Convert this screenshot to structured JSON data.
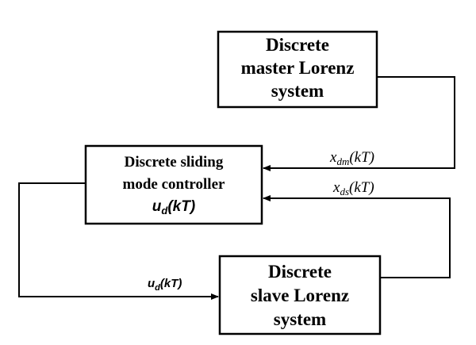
{
  "blocks": {
    "master": {
      "lines": [
        "Discrete",
        "master Lorenz",
        "system"
      ]
    },
    "controller": {
      "lines": [
        "Discrete sliding",
        "mode controller"
      ],
      "output": {
        "base": "u",
        "sub": "d",
        "arg": "(kT)"
      }
    },
    "slave": {
      "lines": [
        "Discrete",
        "slave Lorenz",
        "system"
      ]
    }
  },
  "signals": {
    "xdm": {
      "base": "x",
      "sub": "dm",
      "arg": "(kT)"
    },
    "xds": {
      "base": "x",
      "sub": "ds",
      "arg": "(kT)"
    },
    "ud": {
      "base": "u",
      "sub": "d",
      "arg": "(kT)"
    }
  }
}
